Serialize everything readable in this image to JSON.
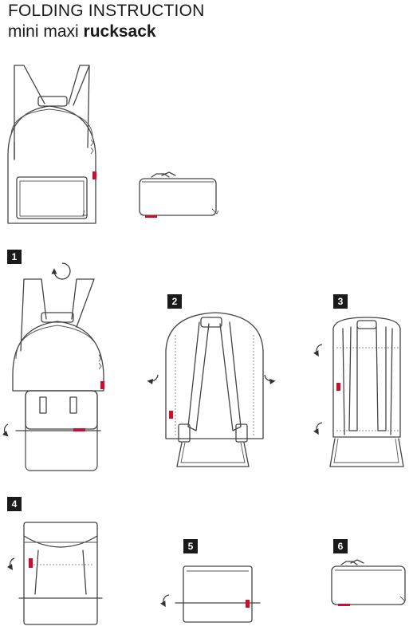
{
  "header": {
    "title": "FOLDING INSTRUCTION",
    "subtitle_prefix": "mini maxi ",
    "subtitle_bold": "rucksack"
  },
  "steps": [
    {
      "number": "1"
    },
    {
      "number": "2"
    },
    {
      "number": "3"
    },
    {
      "number": "4"
    },
    {
      "number": "5"
    },
    {
      "number": "6"
    }
  ],
  "colors": {
    "line": "#444444",
    "accent_label": "#c8102e",
    "badge": "#1a1a1a"
  }
}
